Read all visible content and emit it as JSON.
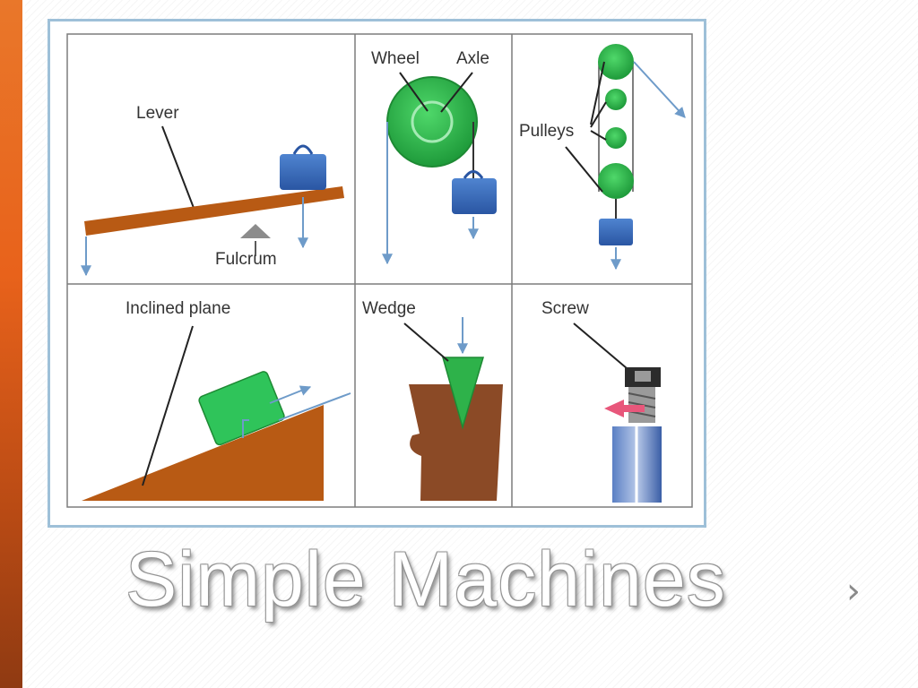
{
  "slide": {
    "title": "Simple Machines",
    "next_icon": "chevron-right-icon"
  },
  "figure": {
    "labels": {
      "lever": "Lever",
      "fulcrum": "Fulcrum",
      "wheel": "Wheel",
      "axle": "Axle",
      "pulleys": "Pulleys",
      "inclined_plane": "Inclined plane",
      "wedge": "Wedge",
      "screw": "Screw"
    },
    "colors": {
      "brown": "#b85a14",
      "wood": "#8b4a26",
      "green": "#2eb24a",
      "light_green": "#3cc855",
      "blue": "#3567b5",
      "arrow": "#6e9bc9",
      "grid": "#7d7d7d",
      "frame_border": "#9ec0d8",
      "accent_bar": "#e8621b"
    }
  }
}
